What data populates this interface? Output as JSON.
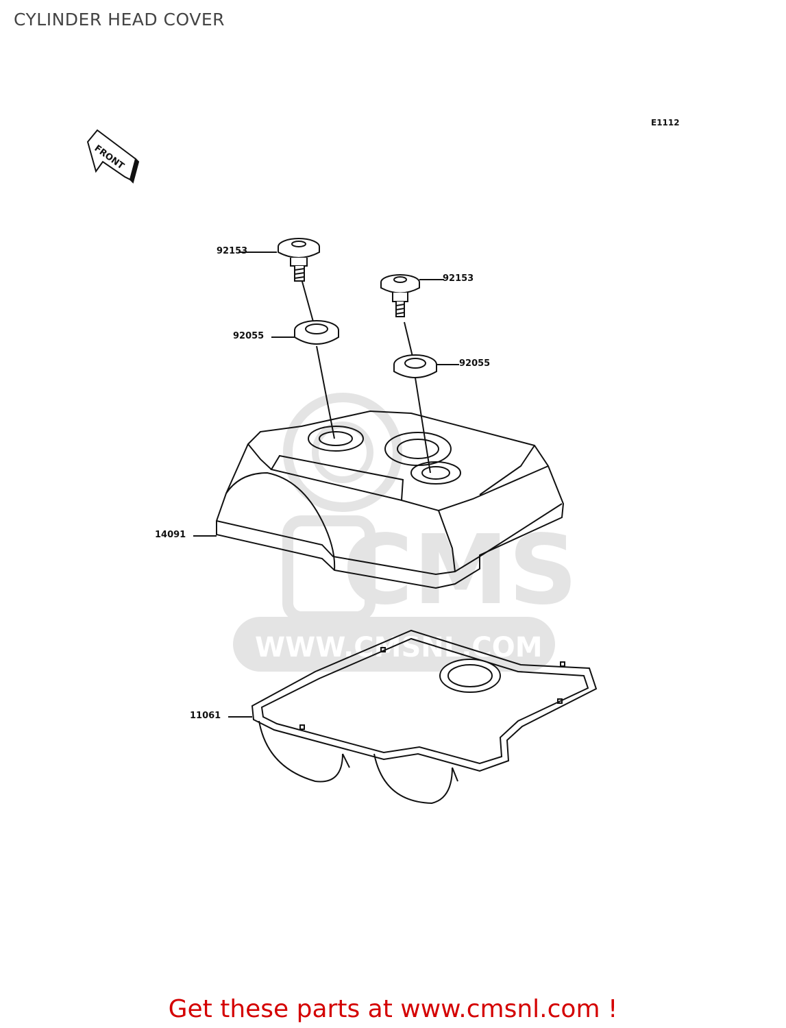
{
  "title": "CYLINDER HEAD COVER",
  "diagram_code": "E1112",
  "front_marker": "FRONT",
  "parts": [
    {
      "number": "92153",
      "ref": "bolt-left"
    },
    {
      "number": "92153",
      "ref": "bolt-right"
    },
    {
      "number": "92055",
      "ref": "washer-left"
    },
    {
      "number": "92055",
      "ref": "washer-right"
    },
    {
      "number": "14091",
      "ref": "head-cover"
    },
    {
      "number": "11061",
      "ref": "gasket"
    }
  ],
  "watermark": {
    "brand": "CMS",
    "url": "WWW.CMSNL.COM"
  },
  "footer": {
    "cta": "Get these parts at www.cmsnl.com !"
  },
  "colors": {
    "line": "#111111",
    "watermark": "#e4e4e4",
    "cta": "#d40000"
  }
}
